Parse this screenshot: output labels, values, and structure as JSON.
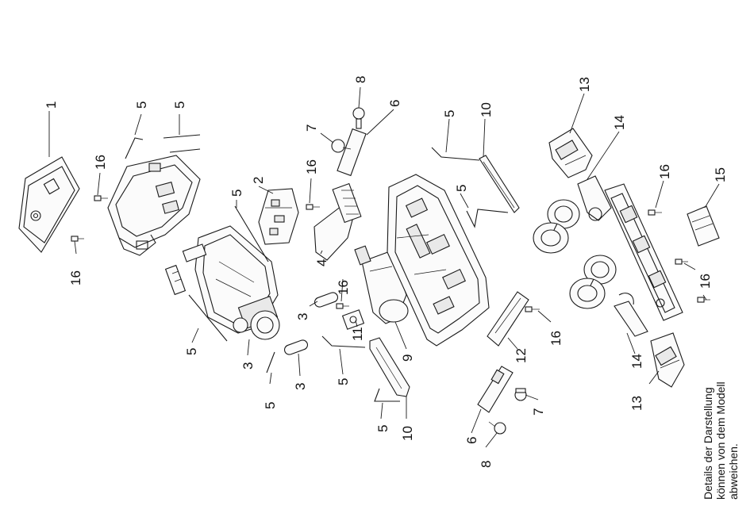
{
  "labels": {
    "l1": "1",
    "l2": "2",
    "l3a": "3",
    "l3b": "3",
    "l3c": "3",
    "l4": "4",
    "l5a": "5",
    "l5b": "5",
    "l5c": "5",
    "l5d": "5",
    "l5e": "5",
    "l5f": "5",
    "l5g": "5",
    "l5h": "5",
    "l5i": "5",
    "l6a": "6",
    "l6b": "6",
    "l7a": "7",
    "l7b": "7",
    "l8a": "8",
    "l8b": "8",
    "l9": "9",
    "l10a": "10",
    "l10b": "10",
    "l11": "11",
    "l12": "12",
    "l13a": "13",
    "l13b": "13",
    "l14a": "14",
    "l14b": "14",
    "l15": "15",
    "l16a": "16",
    "l16b": "16",
    "l16c": "16",
    "l16d": "16",
    "l16e": "16",
    "l16f": "16",
    "l16g": "16"
  },
  "note": {
    "line1": "Details der Darstellung",
    "line2": "können von dem Modell",
    "line3": "abweichen."
  }
}
